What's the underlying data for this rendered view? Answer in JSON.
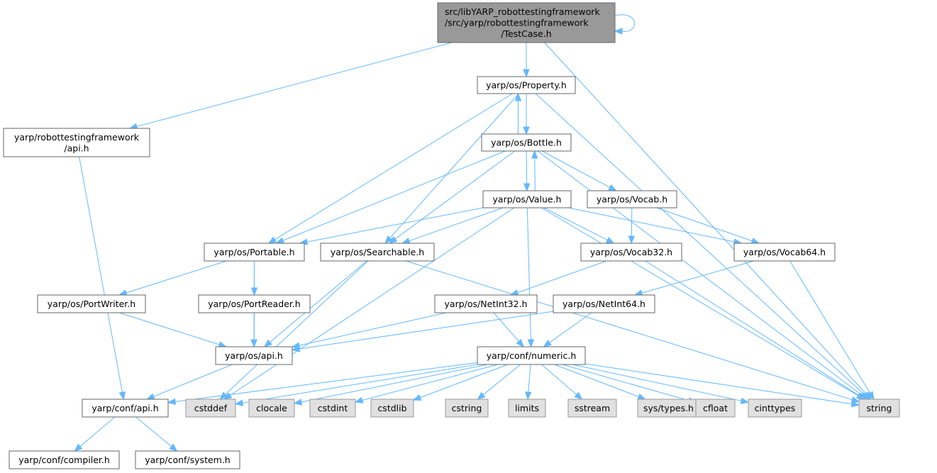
{
  "diagram": {
    "title": "Include dependency graph for TestCase.h",
    "colors": {
      "edge": "#63b8ff",
      "root_fill": "#999999",
      "external_fill": "#e0e0e0",
      "normal_fill": "#ffffff"
    },
    "nodes": [
      {
        "id": "testcase",
        "kind": "root",
        "lines": [
          "src/libYARP_robottestingframework",
          "/src/yarp/robottestingframework",
          "/TestCase.h"
        ]
      },
      {
        "id": "property",
        "kind": "normal",
        "lines": [
          "yarp/os/Property.h"
        ]
      },
      {
        "id": "rtfapi",
        "kind": "normal",
        "lines": [
          "yarp/robottestingframework",
          "/api.h"
        ]
      },
      {
        "id": "bottle",
        "kind": "normal",
        "lines": [
          "yarp/os/Bottle.h"
        ]
      },
      {
        "id": "value",
        "kind": "normal",
        "lines": [
          "yarp/os/Value.h"
        ]
      },
      {
        "id": "vocab",
        "kind": "normal",
        "lines": [
          "yarp/os/Vocab.h"
        ]
      },
      {
        "id": "portable",
        "kind": "normal",
        "lines": [
          "yarp/os/Portable.h"
        ]
      },
      {
        "id": "searchable",
        "kind": "normal",
        "lines": [
          "yarp/os/Searchable.h"
        ]
      },
      {
        "id": "vocab32",
        "kind": "normal",
        "lines": [
          "yarp/os/Vocab32.h"
        ]
      },
      {
        "id": "vocab64",
        "kind": "normal",
        "lines": [
          "yarp/os/Vocab64.h"
        ]
      },
      {
        "id": "portwriter",
        "kind": "normal",
        "lines": [
          "yarp/os/PortWriter.h"
        ]
      },
      {
        "id": "portreader",
        "kind": "normal",
        "lines": [
          "yarp/os/PortReader.h"
        ]
      },
      {
        "id": "netint32",
        "kind": "normal",
        "lines": [
          "yarp/os/NetInt32.h"
        ]
      },
      {
        "id": "netint64",
        "kind": "normal",
        "lines": [
          "yarp/os/NetInt64.h"
        ]
      },
      {
        "id": "osapi",
        "kind": "normal",
        "lines": [
          "yarp/os/api.h"
        ]
      },
      {
        "id": "numeric",
        "kind": "normal",
        "lines": [
          "yarp/conf/numeric.h"
        ]
      },
      {
        "id": "confapi",
        "kind": "normal",
        "lines": [
          "yarp/conf/api.h"
        ]
      },
      {
        "id": "cstddef",
        "kind": "external",
        "lines": [
          "cstddef"
        ]
      },
      {
        "id": "clocale",
        "kind": "external",
        "lines": [
          "clocale"
        ]
      },
      {
        "id": "cstdint",
        "kind": "external",
        "lines": [
          "cstdint"
        ]
      },
      {
        "id": "cstdlib",
        "kind": "external",
        "lines": [
          "cstdlib"
        ]
      },
      {
        "id": "cstring",
        "kind": "external",
        "lines": [
          "cstring"
        ]
      },
      {
        "id": "limits",
        "kind": "external",
        "lines": [
          "limits"
        ]
      },
      {
        "id": "sstream",
        "kind": "external",
        "lines": [
          "sstream"
        ]
      },
      {
        "id": "systypes",
        "kind": "external",
        "lines": [
          "sys/types.h"
        ]
      },
      {
        "id": "cfloat",
        "kind": "external",
        "lines": [
          "cfloat"
        ]
      },
      {
        "id": "cinttypes",
        "kind": "external",
        "lines": [
          "cinttypes"
        ]
      },
      {
        "id": "string",
        "kind": "external",
        "lines": [
          "string"
        ]
      },
      {
        "id": "compiler",
        "kind": "normal",
        "lines": [
          "yarp/conf/compiler.h"
        ]
      },
      {
        "id": "system",
        "kind": "normal",
        "lines": [
          "yarp/conf/system.h"
        ]
      }
    ],
    "edges": [
      {
        "from": "testcase",
        "to": "testcase"
      },
      {
        "from": "testcase",
        "to": "property"
      },
      {
        "from": "testcase",
        "to": "rtfapi"
      },
      {
        "from": "testcase",
        "to": "string"
      },
      {
        "from": "property",
        "to": "bottle"
      },
      {
        "from": "bottle",
        "to": "property"
      },
      {
        "from": "property",
        "to": "portable"
      },
      {
        "from": "property",
        "to": "searchable"
      },
      {
        "from": "property",
        "to": "string"
      },
      {
        "from": "rtfapi",
        "to": "confapi"
      },
      {
        "from": "bottle",
        "to": "value"
      },
      {
        "from": "value",
        "to": "bottle"
      },
      {
        "from": "bottle",
        "to": "vocab"
      },
      {
        "from": "bottle",
        "to": "portable"
      },
      {
        "from": "bottle",
        "to": "searchable"
      },
      {
        "from": "bottle",
        "to": "string"
      },
      {
        "from": "value",
        "to": "portable"
      },
      {
        "from": "value",
        "to": "searchable"
      },
      {
        "from": "value",
        "to": "vocab32"
      },
      {
        "from": "value",
        "to": "vocab64"
      },
      {
        "from": "value",
        "to": "cstddef"
      },
      {
        "from": "value",
        "to": "numeric"
      },
      {
        "from": "value",
        "to": "string"
      },
      {
        "from": "vocab",
        "to": "vocab32"
      },
      {
        "from": "vocab",
        "to": "vocab64"
      },
      {
        "from": "portable",
        "to": "portwriter"
      },
      {
        "from": "portable",
        "to": "portreader"
      },
      {
        "from": "portable",
        "to": "osapi"
      },
      {
        "from": "searchable",
        "to": "osapi"
      },
      {
        "from": "searchable",
        "to": "cstddef"
      },
      {
        "from": "searchable",
        "to": "string"
      },
      {
        "from": "vocab32",
        "to": "netint32"
      },
      {
        "from": "vocab32",
        "to": "string"
      },
      {
        "from": "vocab64",
        "to": "netint64"
      },
      {
        "from": "vocab64",
        "to": "string"
      },
      {
        "from": "portwriter",
        "to": "osapi"
      },
      {
        "from": "portreader",
        "to": "osapi"
      },
      {
        "from": "netint32",
        "to": "osapi"
      },
      {
        "from": "netint32",
        "to": "numeric"
      },
      {
        "from": "netint64",
        "to": "osapi"
      },
      {
        "from": "netint64",
        "to": "numeric"
      },
      {
        "from": "osapi",
        "to": "confapi"
      },
      {
        "from": "numeric",
        "to": "confapi"
      },
      {
        "from": "numeric",
        "to": "cstddef"
      },
      {
        "from": "numeric",
        "to": "clocale"
      },
      {
        "from": "numeric",
        "to": "cstdint"
      },
      {
        "from": "numeric",
        "to": "cstdlib"
      },
      {
        "from": "numeric",
        "to": "cstring"
      },
      {
        "from": "numeric",
        "to": "limits"
      },
      {
        "from": "numeric",
        "to": "sstream"
      },
      {
        "from": "numeric",
        "to": "systypes"
      },
      {
        "from": "numeric",
        "to": "cfloat"
      },
      {
        "from": "numeric",
        "to": "cinttypes"
      },
      {
        "from": "numeric",
        "to": "string"
      },
      {
        "from": "confapi",
        "to": "compiler"
      },
      {
        "from": "confapi",
        "to": "system"
      }
    ]
  }
}
